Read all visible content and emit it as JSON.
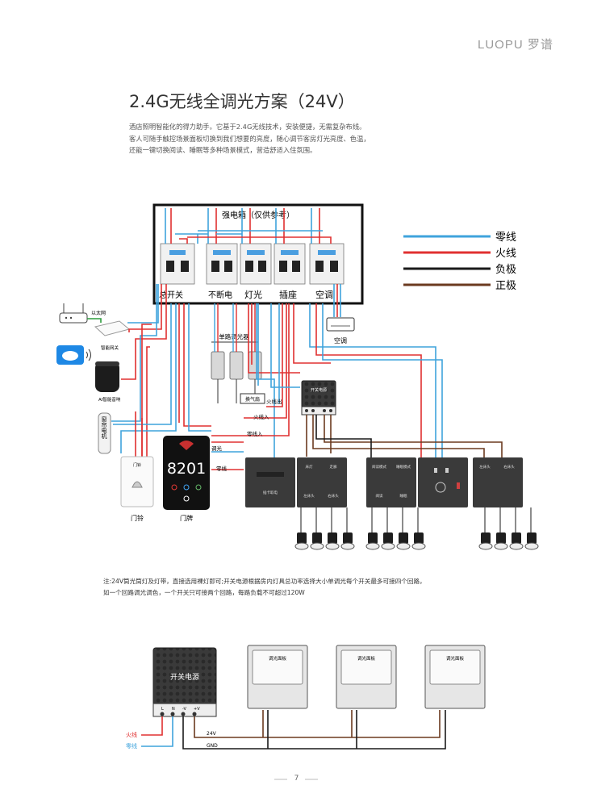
{
  "header": {
    "brand": "LUOPU 罗谱"
  },
  "page": {
    "title": "2.4G无线全调光方案（24V）",
    "intro": [
      "酒店照明智能化的得力助手。它基于2.4G无线技术，安装便捷，无需复杂布线。",
      "客人可随手触控场景面板切换到我们想要的亮度，随心调节客房灯光亮度、色温，",
      "还能一键切换阅读、睡眠等多种场景模式，营造舒适入住氛围。"
    ],
    "note": [
      "注:24V筒光筒灯及灯带，直接选用裸灯即可;开关电源根据房内灯具总功率选择大小单调光每个开关最多可接四个回路，",
      "如一个回路调光调色，一个开关只可接两个回路，每路负载不可超过120W"
    ],
    "page_number": "7"
  },
  "legend": [
    {
      "label": "零线",
      "color": "#3fa3dc"
    },
    {
      "label": "火线",
      "color": "#e03030"
    },
    {
      "label": "负极",
      "color": "#1a1a1a"
    },
    {
      "label": "正极",
      "color": "#6b3a1f"
    }
  ],
  "diagram": {
    "panel_title": "强电箱（仅供参考）",
    "breakers": [
      "总开关",
      "不断电",
      "灯光",
      "插座",
      "空调"
    ],
    "aircon_label": "空调",
    "router_label": "以太网",
    "gateway_label": "智能网关",
    "ai_label": "AI智能音响",
    "motor_label": "窗帘电机",
    "psu_group_label": "单路调光器",
    "exhaust_label": "换气扇",
    "switch_psu_label": "开关电源",
    "wire_labels": {
      "fire_out": "火线出",
      "fire_in": "火线入",
      "neutral_in": "零线入",
      "dim": "调光",
      "neutral": "零线"
    },
    "doorbell_label": "门铃",
    "doorplate_label": "门牌",
    "doorplate_number": "8201",
    "card_switch_label": "插卡取电",
    "panel_texts": [
      "床灯",
      "走廊",
      "阅读模式",
      "睡眠模式",
      "阅读",
      "睡眠",
      "左床头",
      "右床头"
    ],
    "psu_bottom_title": "开关电源",
    "psu_bottom_terminals": [
      "L",
      "N",
      "-V",
      "+V"
    ],
    "dimmer_title": "调光面板",
    "bottom_wire_labels": {
      "fire": "火线",
      "neutral": "零线",
      "v24": "24V",
      "gnd": "GND"
    }
  },
  "colors": {
    "neutral": "#3fa3dc",
    "live": "#e03030",
    "negative": "#1a1a1a",
    "positive": "#6b3a1f"
  }
}
